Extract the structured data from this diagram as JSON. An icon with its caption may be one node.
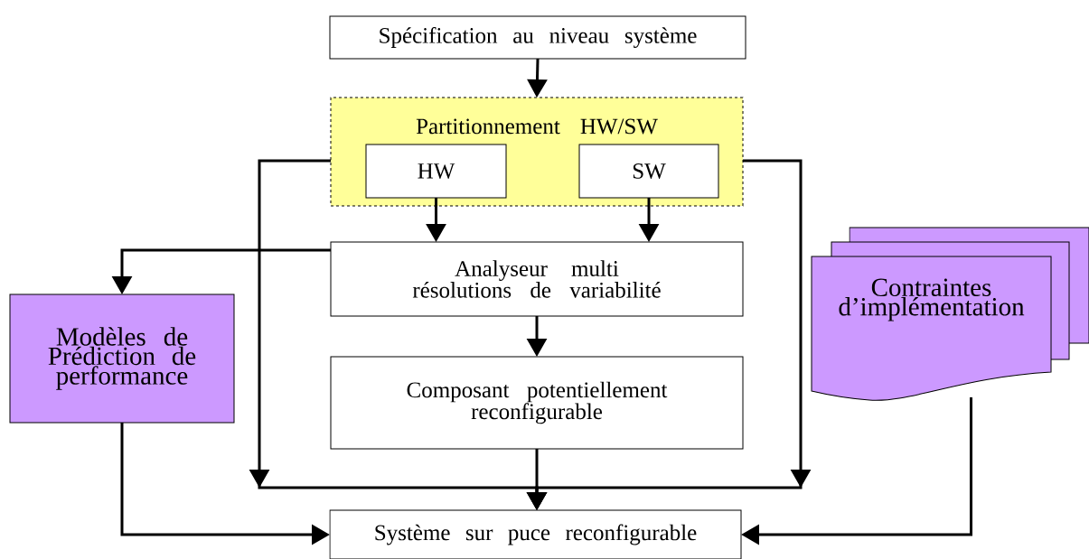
{
  "diagram": {
    "nodes": [
      {
        "text": [
          "Spécification au niveau système"
        ]
      },
      {
        "text": [
          "Partitionnement HW/SW"
        ]
      },
      {
        "text": [
          "HW"
        ],
        "in": 1
      },
      {
        "text": [
          "SW"
        ],
        "in": 1
      },
      {
        "text": [
          "Analyseur multi résolutions de variabilité"
        ]
      },
      {
        "text": [
          "Composant potentiellement reconfigurable"
        ]
      },
      {
        "text": [
          "Modèles de Prédiction de performance"
        ]
      },
      {
        "text": [
          "Contraintes d’implémentation"
        ]
      },
      {
        "text": [
          "Système sur puce reconfigurable"
        ]
      }
    ],
    "edges": [
      {
        "from": 0,
        "to": 1,
        "arrow": "to"
      },
      {
        "from": 1,
        "to": 8,
        "arrow": "to"
      },
      {
        "from": 1,
        "to": 8,
        "arrow": "to"
      },
      {
        "from": 2,
        "to": 4,
        "arrow": "to"
      },
      {
        "from": 3,
        "to": 4,
        "arrow": "to"
      },
      {
        "from": 4,
        "to": 6,
        "arrow": "to"
      },
      {
        "from": 4,
        "to": 5,
        "arrow": "to"
      },
      {
        "from": 5,
        "to": 8,
        "arrow": "to"
      },
      {
        "from": 6,
        "to": 8,
        "arrow": "to"
      },
      {
        "from": 7,
        "to": 8,
        "arrow": "to"
      }
    ]
  }
}
